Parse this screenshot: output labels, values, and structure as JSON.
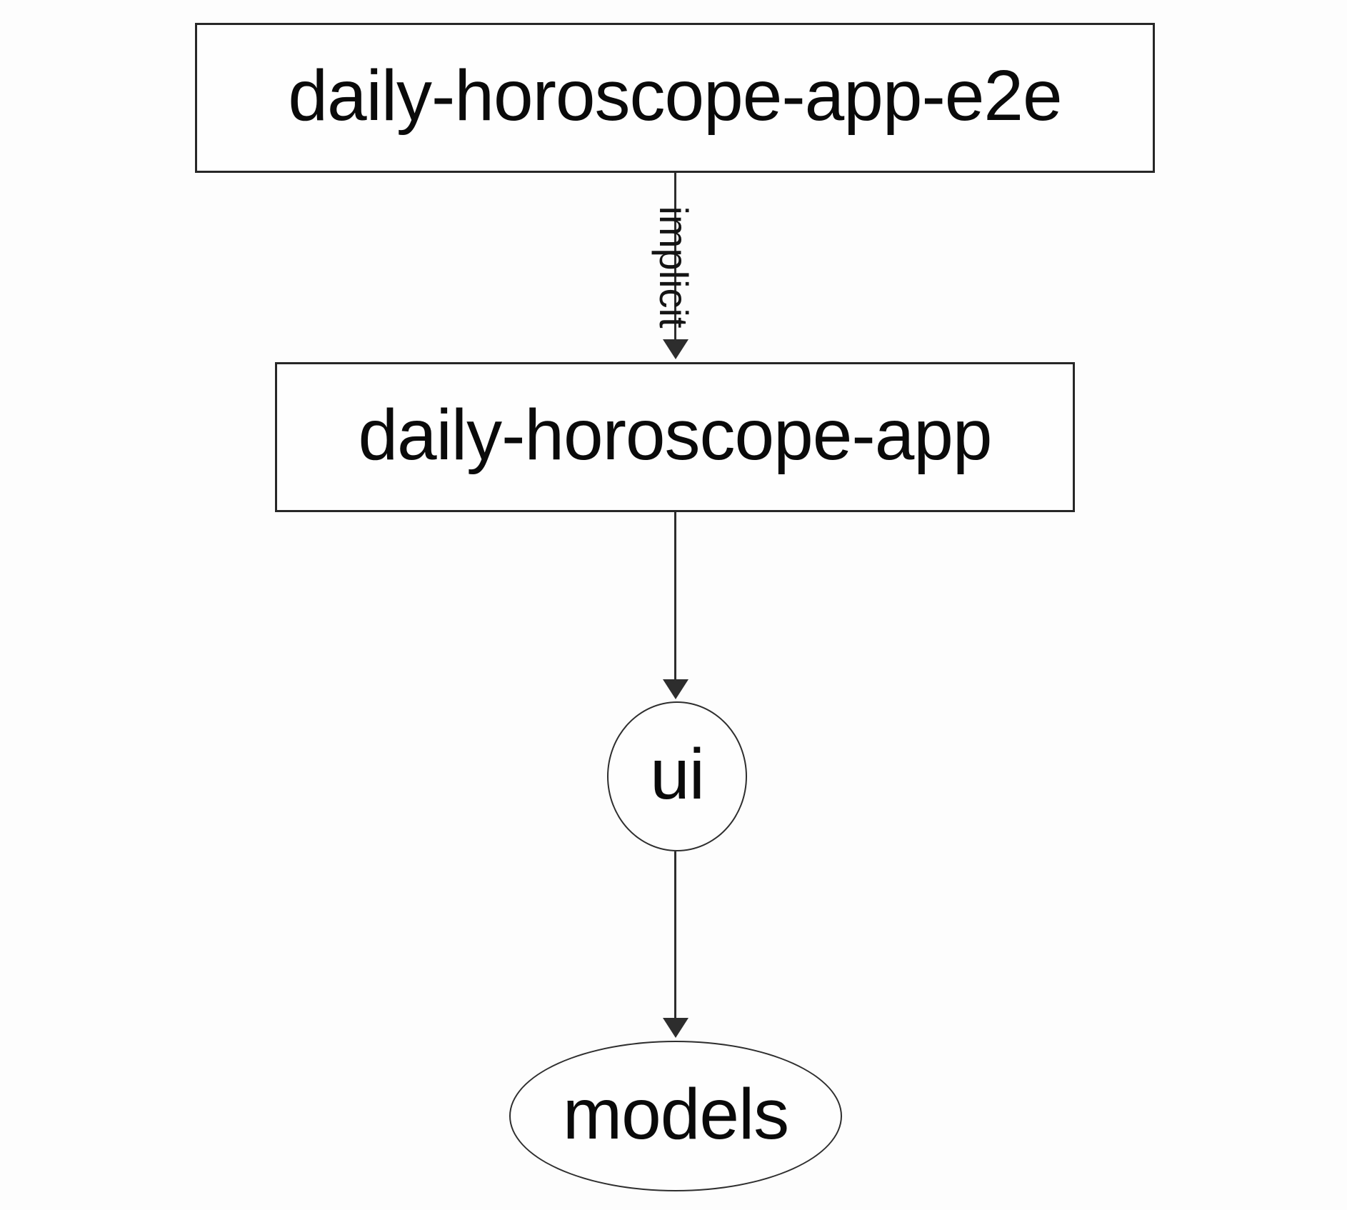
{
  "diagram": {
    "type": "dependency-graph",
    "background_color": "#fdfdfd",
    "node_fill_color": "#fefefe",
    "node_stroke_color": "#272727",
    "edge_stroke_color": "#2d2d2d",
    "text_color": "#0a0a0a",
    "nodes": [
      {
        "id": "daily-horoscope-app-e2e",
        "label": "daily-horoscope-app-e2e",
        "shape": "rectangle"
      },
      {
        "id": "daily-horoscope-app",
        "label": "daily-horoscope-app",
        "shape": "rectangle"
      },
      {
        "id": "ui",
        "label": "ui",
        "shape": "ellipse"
      },
      {
        "id": "models",
        "label": "models",
        "shape": "ellipse"
      }
    ],
    "edges": [
      {
        "from": "daily-horoscope-app-e2e",
        "to": "daily-horoscope-app",
        "label": "implicit",
        "direction": "down"
      },
      {
        "from": "daily-horoscope-app",
        "to": "ui",
        "label": "",
        "direction": "down"
      },
      {
        "from": "ui",
        "to": "models",
        "label": "",
        "direction": "down"
      }
    ]
  }
}
